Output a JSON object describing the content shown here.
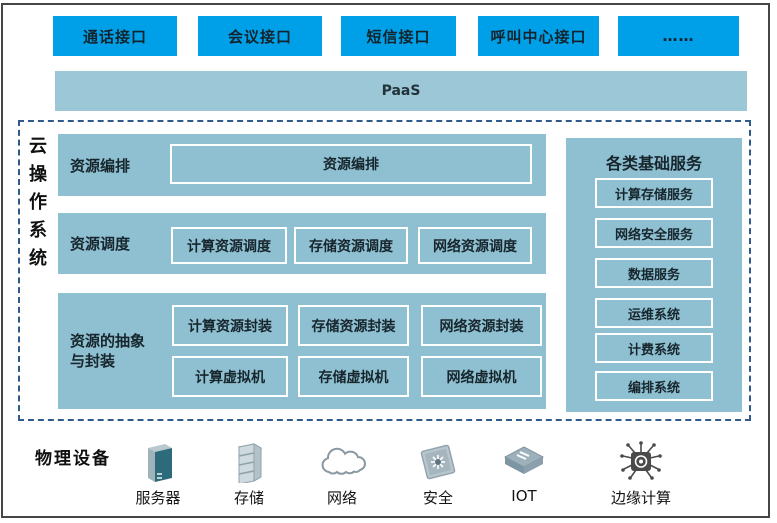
{
  "colors": {
    "accent_blue": "#00a0e9",
    "panel_blue": "#8fc0d2",
    "paas_blue": "#9cc7d6",
    "dashed_border": "#30598c",
    "text": "#1c1c1c"
  },
  "top_interfaces": [
    "通话接口",
    "会议接口",
    "短信接口",
    "呼叫中心接口",
    "……"
  ],
  "paas_label": "PaaS",
  "cloud_os": {
    "title": "云操作系统",
    "orchestration": {
      "label": "资源编排",
      "box": "资源编排"
    },
    "scheduling": {
      "label": "资源调度",
      "boxes": [
        "计算资源调度",
        "存储资源调度",
        "网络资源调度"
      ]
    },
    "abstraction": {
      "label_line1": "资源的抽象",
      "label_line2": "与封装",
      "row1": [
        "计算资源封装",
        "存储资源封装",
        "网络资源封装"
      ],
      "row2": [
        "计算虚拟机",
        "存储虚拟机",
        "网络虚拟机"
      ]
    }
  },
  "base_services": {
    "title": "各类基础服务",
    "items": [
      "计算存储服务",
      "网络安全服务",
      "数据服务",
      "运维系统",
      "计费系统",
      "编排系统"
    ]
  },
  "physical": {
    "label": "物理设备",
    "devices": [
      {
        "name": "服务器",
        "icon": "server-icon"
      },
      {
        "name": "存储",
        "icon": "storage-icon"
      },
      {
        "name": "网络",
        "icon": "network-cloud-icon"
      },
      {
        "name": "安全",
        "icon": "security-icon"
      },
      {
        "name": "IOT",
        "icon": "iot-icon"
      },
      {
        "name": "边缘计算",
        "icon": "edge-computing-icon"
      }
    ]
  }
}
